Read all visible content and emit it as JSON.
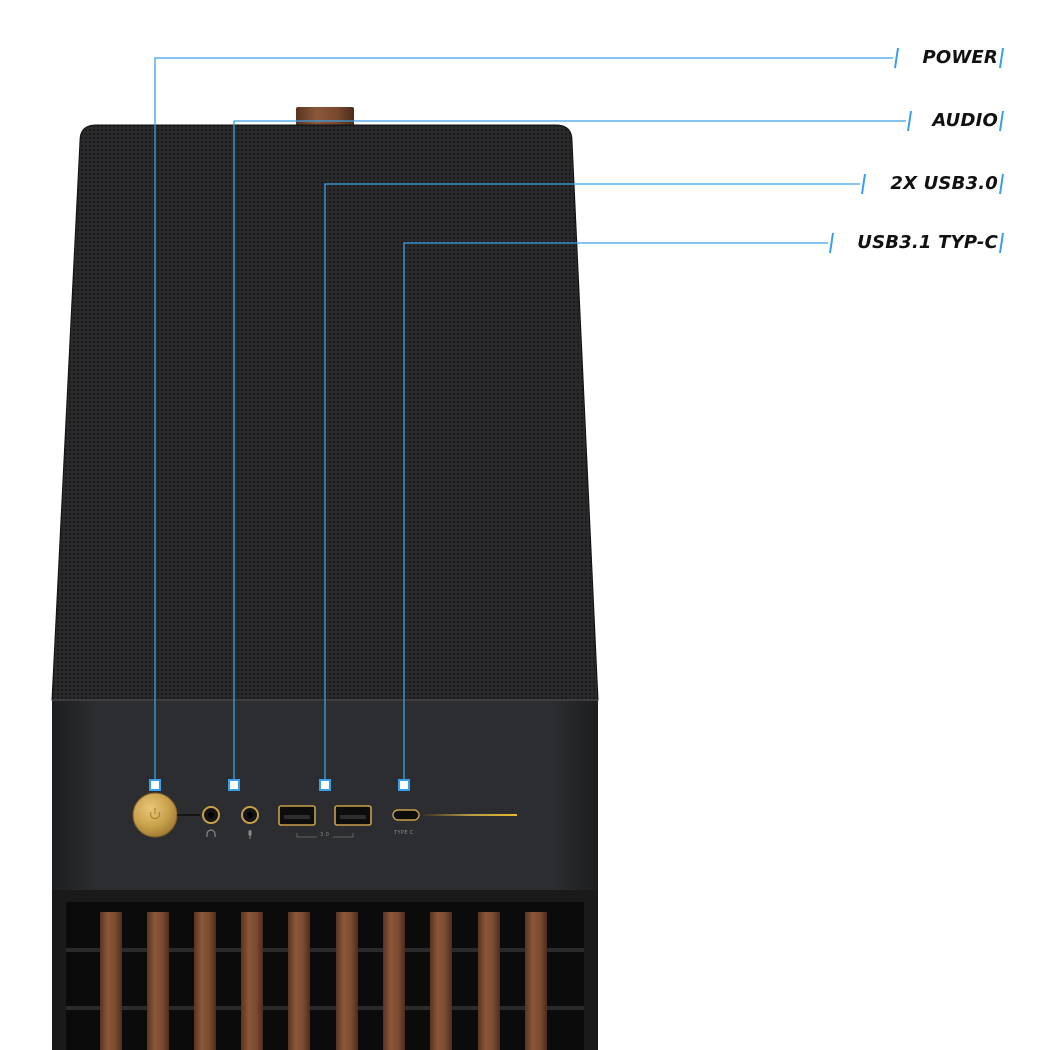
{
  "callouts": [
    {
      "id": "power",
      "label": "POWER"
    },
    {
      "id": "audio",
      "label": "AUDIO"
    },
    {
      "id": "usb30",
      "label": "2X USB3.0"
    },
    {
      "id": "usbc",
      "label": "USB3.1 TYP-C"
    }
  ],
  "panel": {
    "usb_group_label": "3.0",
    "typec_label": "TYPE C"
  },
  "colors": {
    "accent_blue": "#3aa0e6",
    "brass": "#caa24a",
    "case_body": "#2b2c2e",
    "walnut": "#7a4a31"
  }
}
